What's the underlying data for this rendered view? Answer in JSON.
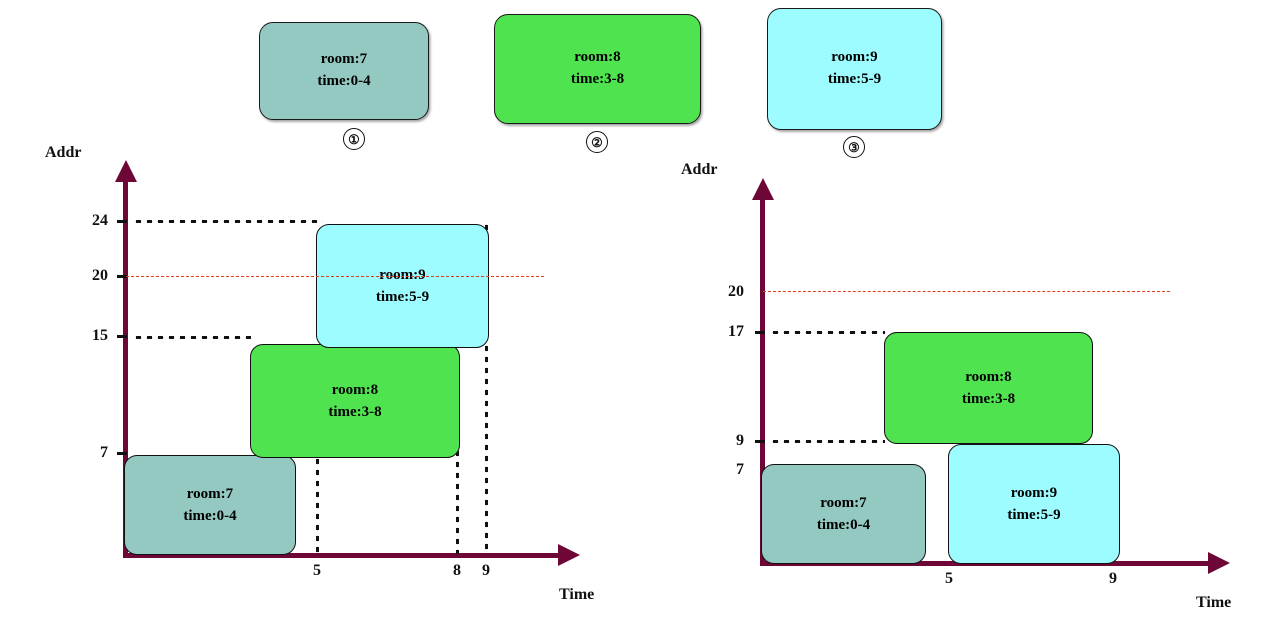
{
  "legend": {
    "boxes": [
      {
        "line1": "room:7",
        "line2": "time:0-4",
        "marker": "①",
        "color": "#93c9c1"
      },
      {
        "line1": "room:8",
        "line2": "time:3-8",
        "marker": "②",
        "color": "#4fe34f"
      },
      {
        "line1": "room:9",
        "line2": "time:5-9",
        "marker": "③",
        "color": "#9cfcff"
      }
    ]
  },
  "colors": {
    "axis": "#6e0736",
    "gray_teal": "#93c9c1",
    "green": "#4fe34f",
    "cyan": "#9cfcff",
    "red_dashed": "#e23b20",
    "dotted": "#111111"
  },
  "chart_data": [
    {
      "type": "bar",
      "name": "left-allocation-chart",
      "title": "",
      "xlabel": "Time",
      "ylabel": "Addr",
      "xticks": [
        "5",
        "8",
        "9"
      ],
      "yticks": [
        "24",
        "20",
        "15",
        "7"
      ],
      "xlim": [
        0,
        10
      ],
      "ylim": [
        0,
        26
      ],
      "grid": "dotted-guides",
      "threshold": {
        "value": 20,
        "style": "dashed",
        "color": "#e23b20"
      },
      "blocks": [
        {
          "label1": "room:7",
          "label2": "time:0-4",
          "time_start": 0,
          "time_end": 4,
          "addr_low": 0,
          "addr_high": 7,
          "color": "#93c9c1"
        },
        {
          "label1": "room:8",
          "label2": "time:3-8",
          "time_start": 3,
          "time_end": 8,
          "addr_low": 7,
          "addr_high": 15,
          "color": "#4fe34f"
        },
        {
          "label1": "room:9",
          "label2": "time:5-9",
          "time_start": 5,
          "time_end": 9,
          "addr_low": 15,
          "addr_high": 24,
          "color": "#9cfcff"
        }
      ]
    },
    {
      "type": "bar",
      "name": "right-allocation-chart",
      "title": "",
      "xlabel": "Time",
      "ylabel": "Addr",
      "xticks": [
        "5",
        "9"
      ],
      "yticks": [
        "20",
        "17",
        "9",
        "7"
      ],
      "xlim": [
        0,
        10
      ],
      "ylim": [
        0,
        26
      ],
      "grid": "dotted-guides",
      "threshold": {
        "value": 20,
        "style": "dashed",
        "color": "#e23b20"
      },
      "blocks": [
        {
          "label1": "room:7",
          "label2": "time:0-4",
          "time_start": 0,
          "time_end": 4,
          "addr_low": 0,
          "addr_high": 7,
          "color": "#93c9c1"
        },
        {
          "label1": "room:8",
          "label2": "time:3-8",
          "time_start": 3,
          "time_end": 8,
          "addr_low": 9,
          "addr_high": 17,
          "color": "#4fe34f"
        },
        {
          "label1": "room:9",
          "label2": "time:5-9",
          "time_start": 5,
          "time_end": 9,
          "addr_low": 0,
          "addr_high": 9,
          "color": "#9cfcff"
        }
      ]
    }
  ],
  "left_chart": {
    "ylabel": "Addr",
    "xlabel": "Time",
    "yticks": [
      "24",
      "20",
      "15",
      "7"
    ],
    "xticks": [
      "5",
      "8",
      "9"
    ]
  },
  "right_chart": {
    "ylabel": "Addr",
    "xlabel": "Time",
    "yticks": [
      "20",
      "17",
      "9",
      "7"
    ],
    "xticks": [
      "5",
      "9"
    ]
  }
}
